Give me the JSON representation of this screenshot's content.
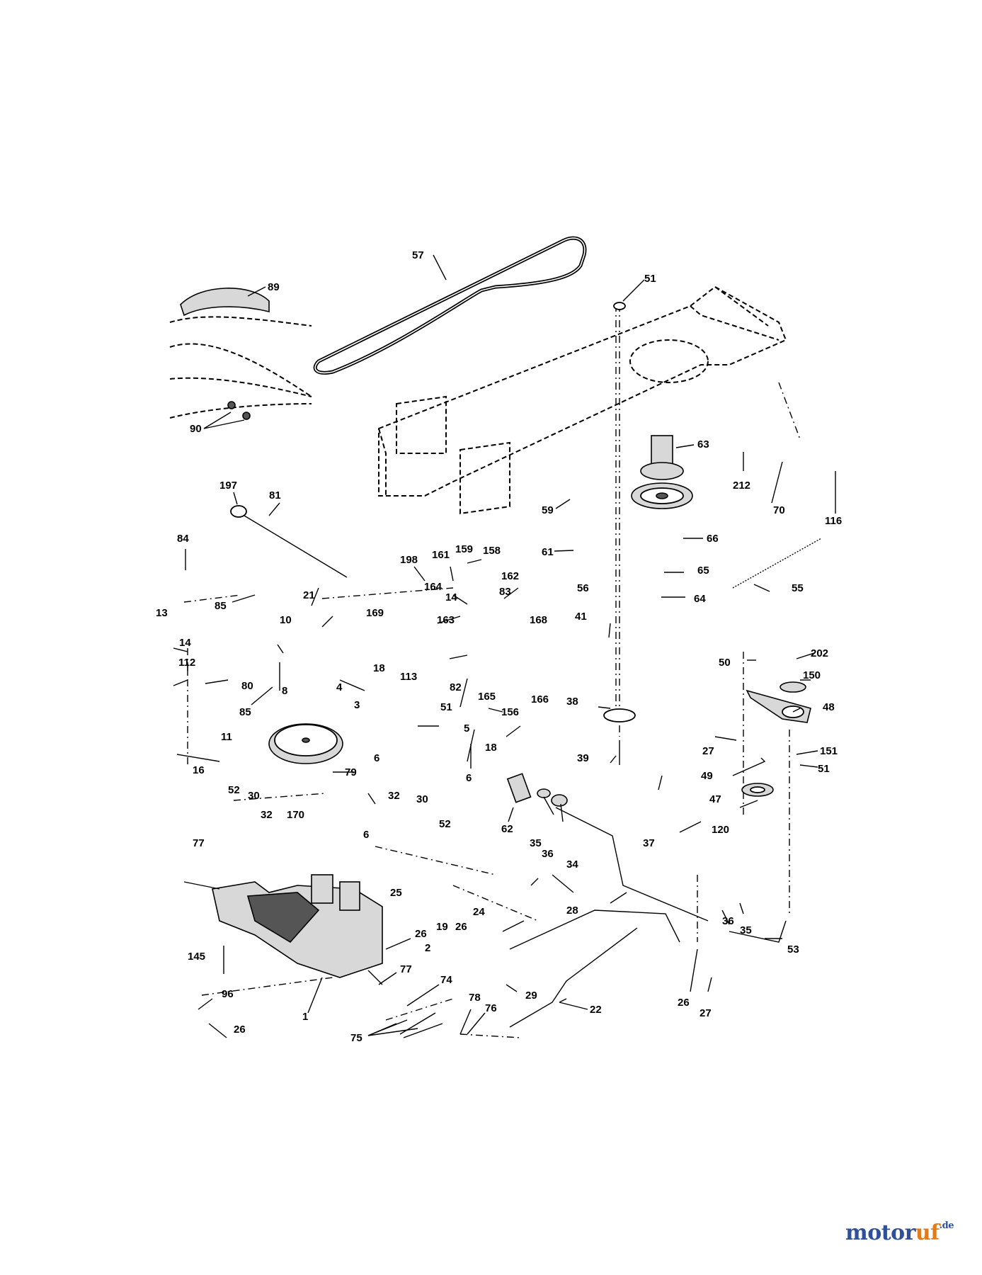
{
  "callouts": {
    "c57": "57",
    "c89": "89",
    "c90": "90",
    "c51a": "51",
    "c63": "63",
    "c212": "212",
    "c70": "70",
    "c116": "116",
    "c197": "197",
    "c81": "81",
    "c84": "84",
    "c85a": "85",
    "c59": "59",
    "c61": "61",
    "c66": "66",
    "c198": "198",
    "c161": "161",
    "c159": "159",
    "c158": "158",
    "c162": "162",
    "c56": "56",
    "c65": "65",
    "c55": "55",
    "c64": "64",
    "c21": "21",
    "c169": "169",
    "c164": "164",
    "c83": "83",
    "c14a": "14",
    "c41": "41",
    "c13": "13",
    "c10": "10",
    "c14b": "14",
    "c163": "163",
    "c168": "168",
    "c112": "112",
    "c80": "80",
    "c8": "8",
    "c82": "82",
    "c165": "165",
    "c166": "166",
    "c156": "156",
    "c50": "50",
    "c202": "202",
    "c150": "150",
    "c48": "48",
    "c4": "4",
    "c18a": "18",
    "c113": "113",
    "c85b": "85",
    "c51b": "51",
    "c38": "38",
    "c3": "3",
    "c11": "11",
    "c5": "5",
    "c6a": "6",
    "c18b": "18",
    "c27a": "27",
    "c151": "151",
    "c51c": "51",
    "c39": "39",
    "c79": "79",
    "c16": "16",
    "c6b": "6",
    "c49": "49",
    "c47": "47",
    "c52a": "52",
    "c30a": "30",
    "c32a": "32",
    "c30b": "30",
    "c62": "62",
    "c35a": "35",
    "c36a": "36",
    "c34": "34",
    "c120": "120",
    "c32b": "32",
    "c52b": "52",
    "c170": "170",
    "c6c": "6",
    "c77a": "77",
    "c37": "37",
    "c25": "25",
    "c24": "24",
    "c26a": "26",
    "c19": "19",
    "c28": "28",
    "c36b": "36",
    "c35b": "35",
    "c145": "145",
    "c2": "2",
    "c53": "53",
    "c77b": "77",
    "c74": "74",
    "c29": "29",
    "c96": "96",
    "c78": "78",
    "c76": "76",
    "c22": "22",
    "c26b": "26",
    "c27b": "27",
    "c1": "1",
    "c26c": "26",
    "c75": "75"
  },
  "watermark": {
    "brand_a": "motor",
    "brand_b": "uf",
    "tld": ".de"
  }
}
